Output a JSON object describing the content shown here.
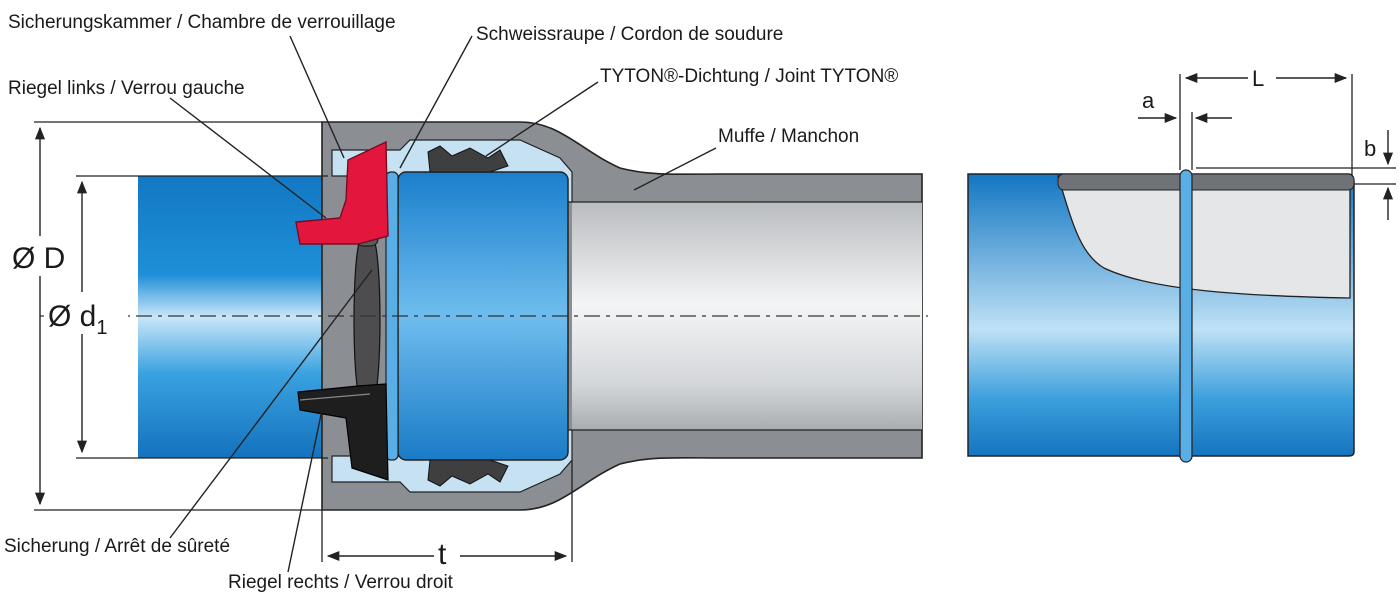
{
  "labels": {
    "sicherungskammer": "Sicherungskammer / Chambre de verrouillage",
    "schweissraupe": "Schweissraupe / Cordon de soudure",
    "riegel_links": "Riegel links / Verrou gauche",
    "tyton": "TYTON®-Dichtung / Joint TYTON®",
    "muffe": "Muffe / Manchon",
    "sicherung": "Sicherung / Arrêt de sûreté",
    "riegel_rechts": "Riegel rechts / Verrou droit"
  },
  "dimensions": {
    "D": "Ø D",
    "d1_main": "Ø d",
    "d1_sub": "1",
    "t": "t",
    "L": "L",
    "a": "a",
    "b": "b"
  },
  "colors": {
    "pipe_blue": "#1e8fd8",
    "pipe_blue_light": "#7cc4ef",
    "socket_grey": "#8a8d91",
    "bore_grey": "#e2e4e6",
    "latch_red": "#e3173e",
    "latch_dark": "#1e1e1e",
    "gasket_dark": "#3f3f40",
    "outline": "#222222"
  }
}
